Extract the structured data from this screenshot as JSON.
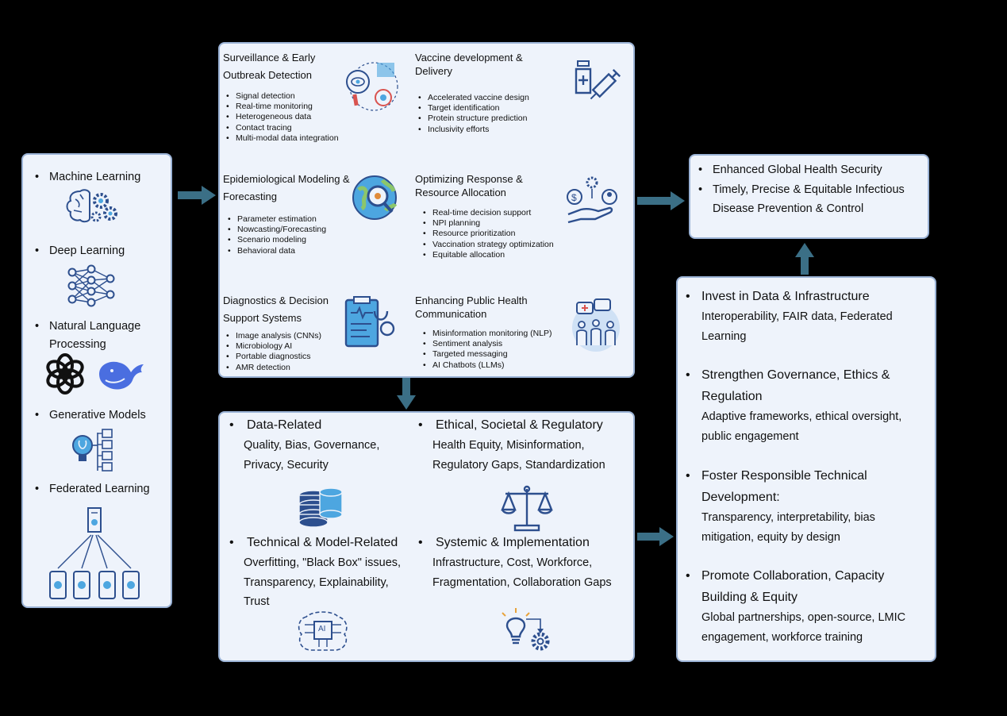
{
  "colors": {
    "arrow": "#3b6f86",
    "box_bg": "#eef3fb",
    "box_border": "#9bb3d6",
    "icon": "#2d4f8e",
    "icon_light": "#4da6e0"
  },
  "techniques": {
    "items": [
      "Machine Learning",
      "Deep Learning",
      "Natural Language Processing",
      "Generative Models",
      "Federated Learning"
    ]
  },
  "applications": [
    {
      "title": "Surveillance & Early Outbreak Detection",
      "icon": "surveillance-icon",
      "items": [
        "Signal detection",
        "Real-time monitoring",
        "Heterogeneous data",
        "Contact tracing",
        "Multi-modal data integration"
      ]
    },
    {
      "title": "Vaccine development & Delivery",
      "icon": "vaccine-icon",
      "items": [
        "Accelerated vaccine design",
        "Target identification",
        "Protein structure prediction",
        "Inclusivity efforts"
      ]
    },
    {
      "title": "Epidemiological Modeling & Forecasting",
      "icon": "globe-magnifier-icon",
      "items": [
        "Parameter estimation",
        "Nowcasting/Forecasting",
        "Scenario modeling",
        "Behavioral data"
      ]
    },
    {
      "title": "Optimizing Response & Resource Allocation",
      "icon": "resource-hand-icon",
      "items": [
        "Real-time decision support",
        "NPI planning",
        "Resource prioritization",
        "Vaccination strategy optimization",
        "Equitable allocation"
      ]
    },
    {
      "title": "Diagnostics & Decision Support Systems",
      "icon": "clipboard-stethoscope-icon",
      "items": [
        "Image analysis (CNNs)",
        "Microbiology AI",
        "Portable diagnostics",
        "AMR detection"
      ]
    },
    {
      "title": "Enhancing Public Health Communication",
      "icon": "community-chat-icon",
      "items": [
        "Misinformation monitoring (NLP)",
        "Sentiment analysis",
        "Targeted messaging",
        "AI Chatbots (LLMs)"
      ]
    }
  ],
  "challenges": [
    {
      "title": "Data-Related",
      "desc": "Quality, Bias, Governance, Privacy, Security",
      "icon": "database-icon"
    },
    {
      "title": "Ethical, Societal & Regulatory",
      "desc": "Health Equity, Misinformation, Regulatory Gaps, Standardization",
      "icon": "scales-icon"
    },
    {
      "title": "Technical & Model-Related",
      "desc": "Overfitting, \"Black Box\" issues, Transparency, Explainability, Trust",
      "icon": "ai-chip-brain-icon",
      "chip_label": "AI"
    },
    {
      "title": "Systemic & Implementation",
      "desc": "Infrastructure, Cost, Workforce, Fragmentation, Collaboration Gaps",
      "icon": "lightbulb-gear-icon"
    }
  ],
  "recommendations": [
    {
      "title": "Invest in Data & Infrastructure",
      "desc": "Interoperability, FAIR data, Federated Learning"
    },
    {
      "title": "Strengthen Governance, Ethics & Regulation",
      "desc": "Adaptive frameworks, ethical oversight, public engagement"
    },
    {
      "title": "Foster Responsible Technical Development:",
      "desc": "Transparency, interpretability, bias mitigation, equity by design"
    },
    {
      "title": "Promote Collaboration, Capacity Building & Equity",
      "desc": "Global partnerships, open-source, LMIC engagement, workforce training"
    }
  ],
  "outcomes": [
    "Enhanced Global Health Security",
    "Timely, Precise & Equitable Infectious Disease Prevention & Control"
  ]
}
